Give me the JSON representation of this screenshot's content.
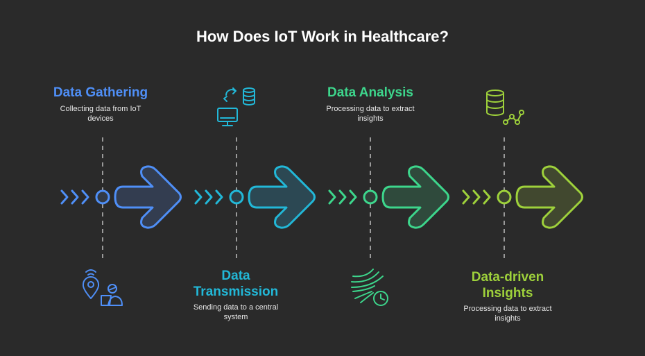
{
  "title": "How Does IoT Work in Healthcare?",
  "colors": {
    "background": "#2a2a2a",
    "step1": "#4f8ff7",
    "step2": "#22b8d8",
    "step3": "#3dd68c",
    "step4": "#9ed13b"
  },
  "steps": [
    {
      "title": "Data Gathering",
      "description": "Collecting data from IoT devices",
      "icon": "location-person-icon",
      "label_position": "top"
    },
    {
      "title": "Data Transmission",
      "description": "Sending data to a central system",
      "icon": "data-transfer-icon",
      "label_position": "bottom"
    },
    {
      "title": "Data Analysis",
      "description": "Processing data to extract insights",
      "icon": "stream-clock-icon",
      "label_position": "top"
    },
    {
      "title": "Data-driven Insights",
      "description": "Processing data to extract insights",
      "icon": "database-network-icon",
      "label_position": "bottom"
    }
  ]
}
